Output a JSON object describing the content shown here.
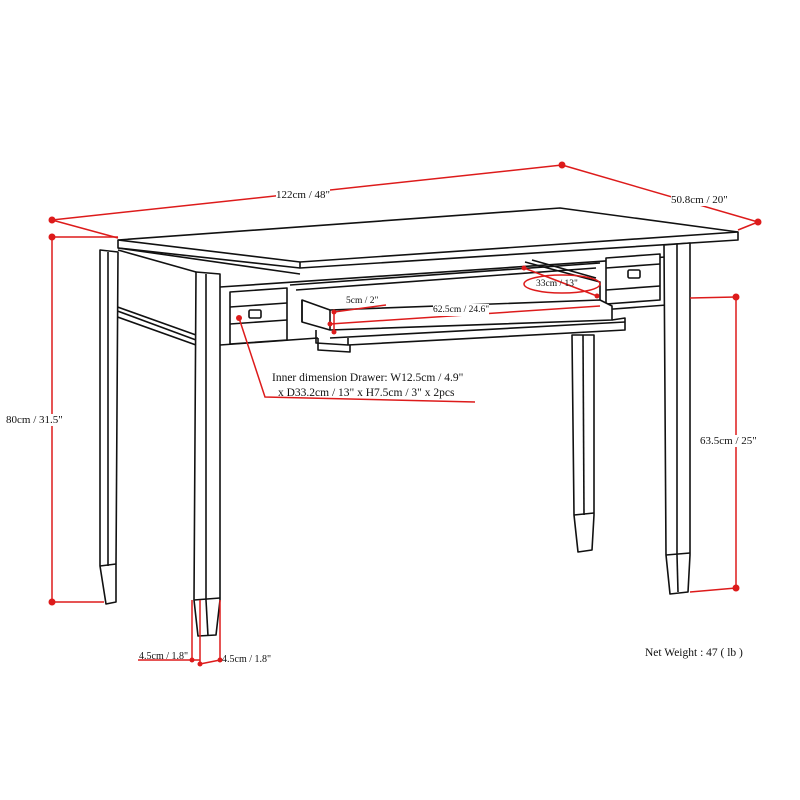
{
  "diagram": {
    "title": "Desk dimension drawing",
    "colors": {
      "outline": "#111111",
      "dimension": "#dd1b1b",
      "background": "#ffffff"
    },
    "dimensions": {
      "width": "122cm / 48\"",
      "depth": "50.8cm / 20\"",
      "height": "80cm / 31.5\"",
      "leg_clearance": "63.5cm / 25\"",
      "leg_width_left": "4.5cm / 1.8\"",
      "leg_width_right": "4.5cm / 1.8\"",
      "keyboard_tray_height": "5cm / 2\"",
      "keyboard_tray_width": "62.5cm / 24.6\"",
      "keyboard_tray_depth": "33cm / 13\""
    },
    "notes": {
      "drawer_line1": "Inner dimension Drawer: W12.5cm / 4.9\"",
      "drawer_line2": "x D33.2cm / 13\" x H7.5cm / 3\" x 2pcs",
      "net_weight": "Net Weight : 47 ( lb )"
    }
  }
}
